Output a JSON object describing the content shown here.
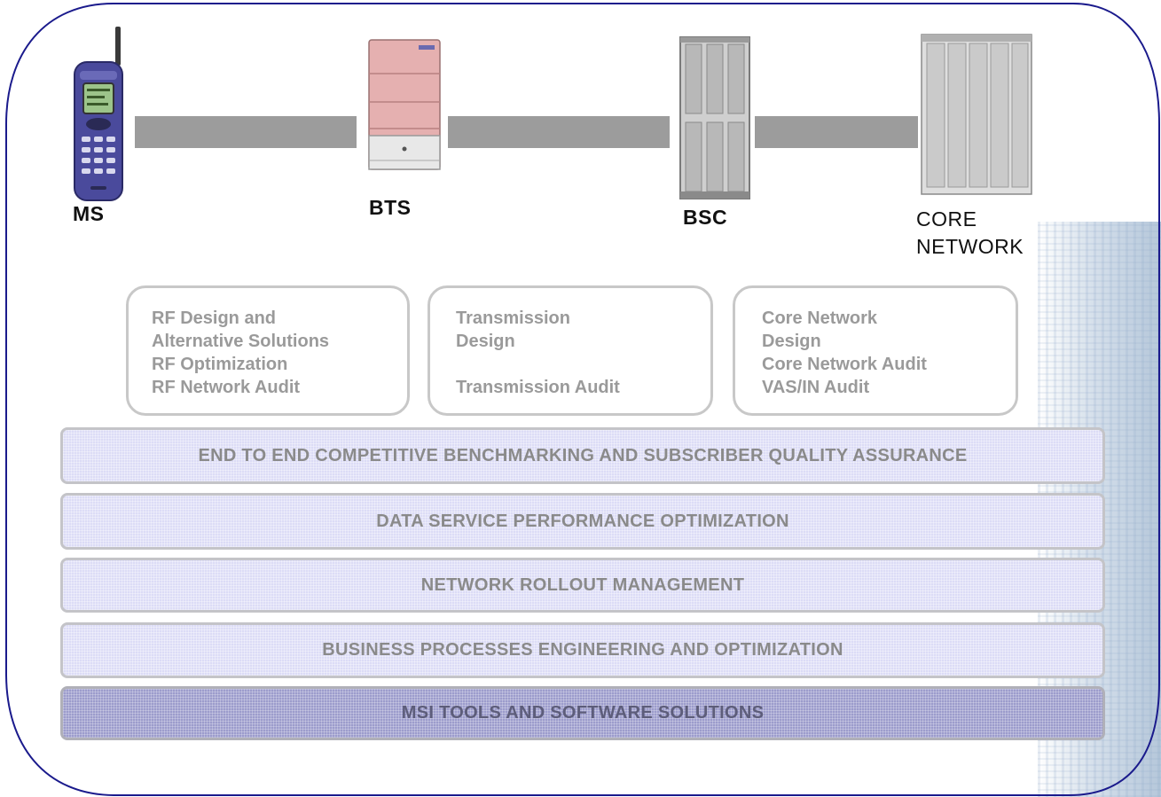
{
  "devices": [
    {
      "id": "ms",
      "icon": "mobile-phone-icon",
      "label_lines": [
        "MS"
      ]
    },
    {
      "id": "bts",
      "icon": "bts-cabinet-icon",
      "label_lines": [
        "BTS"
      ]
    },
    {
      "id": "bsc",
      "icon": "bsc-rack-icon",
      "label_lines": [
        "BSC"
      ]
    },
    {
      "id": "core",
      "icon": "core-network-rack-icon",
      "label_lines": [
        "CORE",
        "NETWORK"
      ]
    }
  ],
  "service_boxes": [
    {
      "lines": [
        "RF Design and",
        "Alternative Solutions",
        "RF Optimization",
        "RF Network Audit"
      ]
    },
    {
      "lines": [
        "Transmission",
        "Design",
        "",
        "Transmission Audit"
      ]
    },
    {
      "lines": [
        "Core Network",
        "Design",
        "Core Network Audit",
        "VAS/IN Audit"
      ]
    }
  ],
  "layers": [
    {
      "label": "END TO END COMPETITIVE BENCHMARKING AND SUBSCRIBER QUALITY ASSURANCE"
    },
    {
      "label": "DATA SERVICE PERFORMANCE OPTIMIZATION"
    },
    {
      "label": "NETWORK ROLLOUT MANAGEMENT"
    },
    {
      "label": "BUSINESS PROCESSES ENGINEERING AND OPTIMIZATION"
    },
    {
      "label": "MSI TOOLS AND SOFTWARE SOLUTIONS"
    }
  ],
  "colors": {
    "frame": "#1a1a8c",
    "link": "#9c9c9c",
    "layer_fill": "#dcdcf6",
    "layer_fill_dark": "#9c9ccc",
    "service_text": "#9a9a9a"
  }
}
